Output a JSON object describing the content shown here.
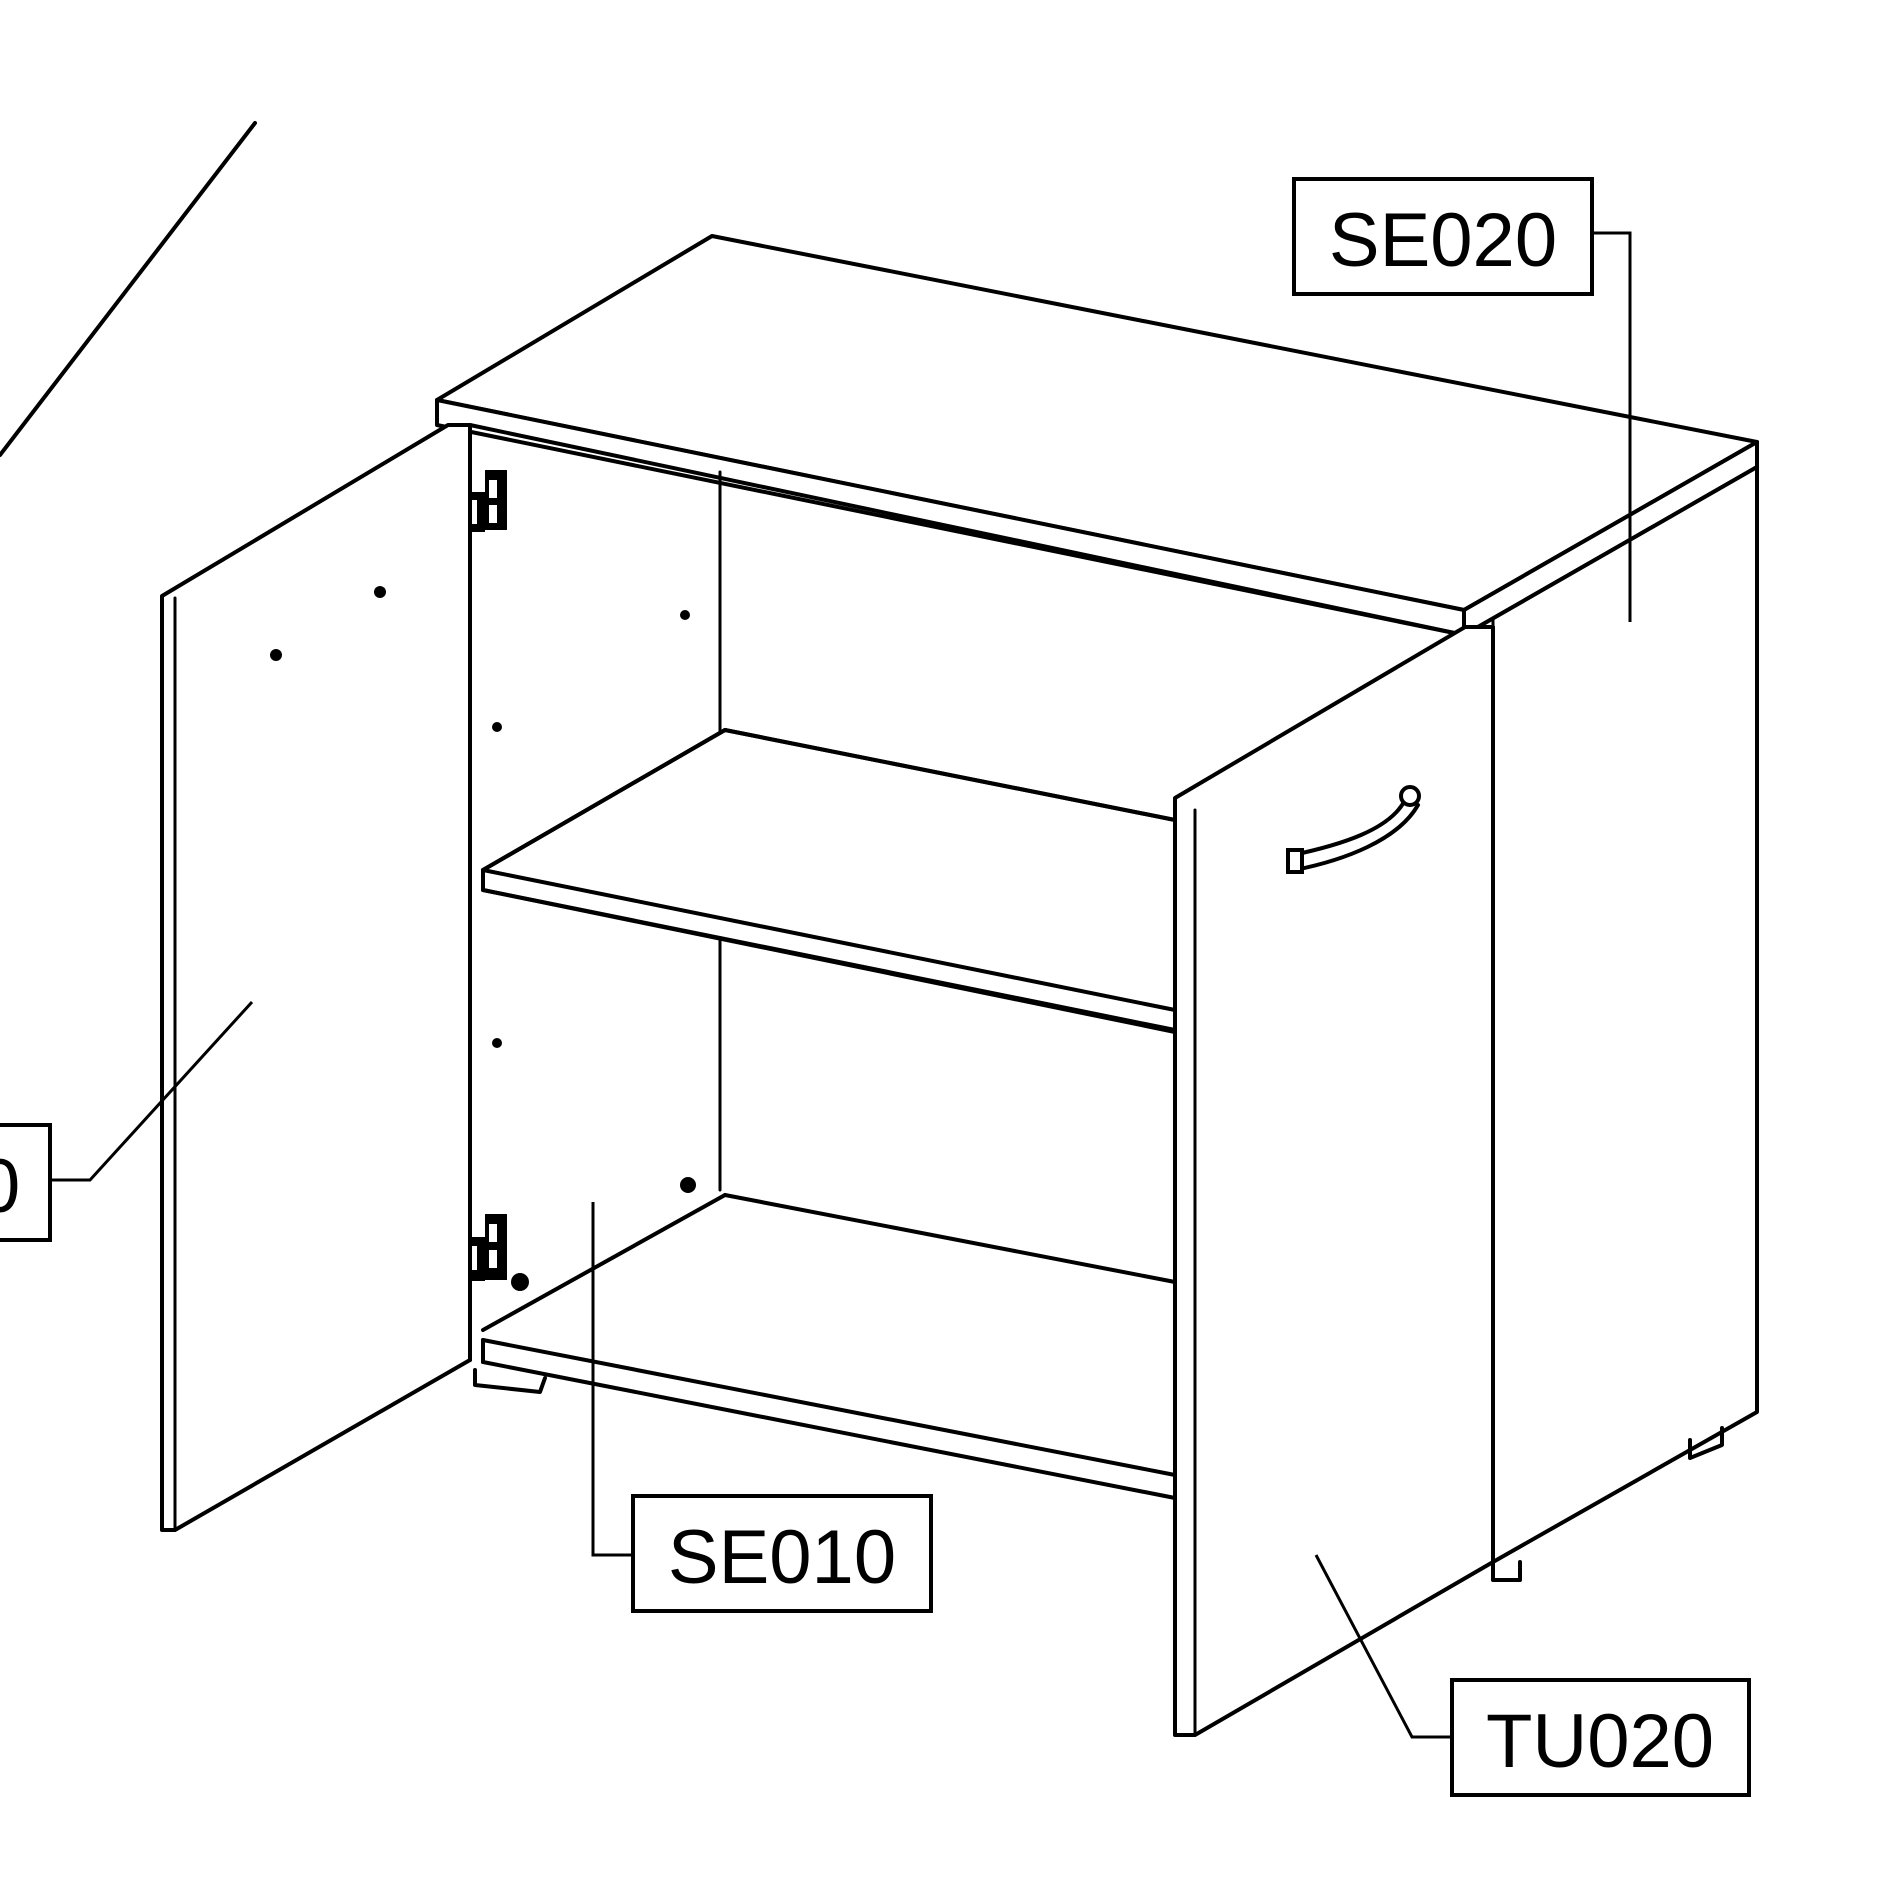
{
  "labels": {
    "back_panel": "SE020",
    "side_panel": "SE010",
    "right_door": "TU020",
    "left_door_partial": "0"
  },
  "colors": {
    "line": "#000000",
    "background": "#ffffff"
  }
}
